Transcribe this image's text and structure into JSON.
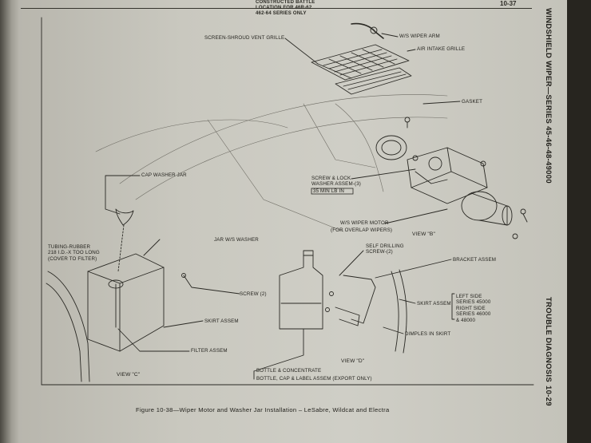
{
  "header": {
    "note": "CONSTRUCTED BATTLE\nLOCATION FOR 46R-62\n462-64 SERIES ONLY",
    "page_top": "10-37"
  },
  "side": {
    "running_head": "WINDSHIELD WIPER—SERIES 45-46-48-49000",
    "section": "TROUBLE DIAGNOSIS",
    "page": "10-29"
  },
  "labels": {
    "screen_shroud": "SCREEN-SHROUD VENT GRILLE",
    "wiper_arm": "W/S WIPER ARM",
    "air_intake": "AIR INTAKE GRILLE",
    "gasket": "GASKET",
    "screw_lock": "SCREW & LOCK\nWASHER ASSEM-(3)",
    "torque": "35 MIN LB IN",
    "wiper_motor": "W/S WIPER MOTOR",
    "overlap": "(FOR OVERLAP WIPERS)",
    "view_b": "VIEW \"B\"",
    "cap_washer": "CAP WASHER JAR",
    "tubing": "TUBING-RUBBER\n218 I.D.-X TOO LONG\n(COVER TO FILTER)",
    "jar": "JAR W/S WASHER",
    "self_drilling": "SELF DRILLING\nSCREW-(2)",
    "bracket": "BRACKET ASSEM",
    "screw2": "SCREW (2)",
    "skirt_assem_side": "SKIRT ASSEM",
    "skirt_notes": "LEFT SIDE\nSERIES 45000\nRIGHT SIDE\nSERIES 46000\n& 48000",
    "skirt_assem": "SKIRT ASSEM",
    "dimples": "DIMPLES IN SKIRT",
    "filter": "FILTER ASSEM",
    "view_d": "VIEW \"D\"",
    "view_c": "VIEW \"C\"",
    "bottle_conc": "BOTTLE & CONCENTRATE",
    "bottle_cap": "BOTTLE, CAP & LABEL ASSEM (EXPORT ONLY)"
  },
  "caption": "Figure 10-38—Wiper Motor and Washer Jar Installation – LeSabre, Wildcat and Electra"
}
